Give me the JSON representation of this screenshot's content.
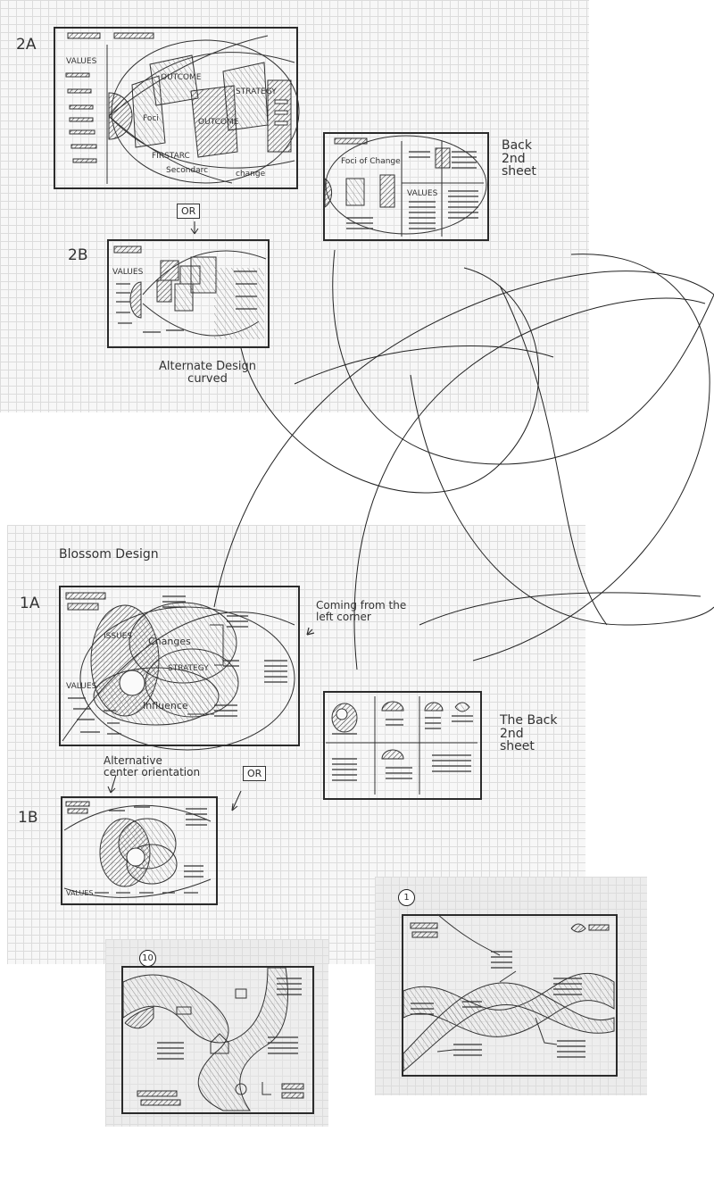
{
  "labels": {
    "s2a": "2A",
    "s2b": "2B",
    "s1a": "1A",
    "s1b": "1B",
    "or1": "OR",
    "or2": "OR",
    "back1": "Back\n2nd\nsheet",
    "alt_design": "Alternate Design\ncurved",
    "blossom": "Blossom Design",
    "coming": "Coming from the\nleft corner",
    "back2": "The Back\n2nd\nsheet",
    "alt_center": "Alternative\ncenter orientation",
    "num1": "1",
    "num10": "10"
  },
  "sketch2a": {
    "values": "VALUES",
    "outcome1": "OUTCOME",
    "outcome2": "OUTCOME",
    "strategy": "STRATEGY",
    "foci": "Foci",
    "firstarc": "FIRSTARC",
    "secondarc": "Secondarc",
    "change": "change"
  },
  "sketch_back1": {
    "foci": "Foci of Change",
    "values": "VALUES"
  },
  "sketch2b": {
    "values": "VALUES"
  },
  "sketch1a": {
    "issues": "ISSUES",
    "changes": "Changes",
    "strategy": "STRATEGY",
    "influence": "Influence",
    "values": "VALUES"
  },
  "sketch1b": {
    "values": "VALUES"
  },
  "colors": {
    "pencil": "#2b2b2b",
    "grid": "#dcdcdc",
    "paper": "#f7f7f7"
  }
}
